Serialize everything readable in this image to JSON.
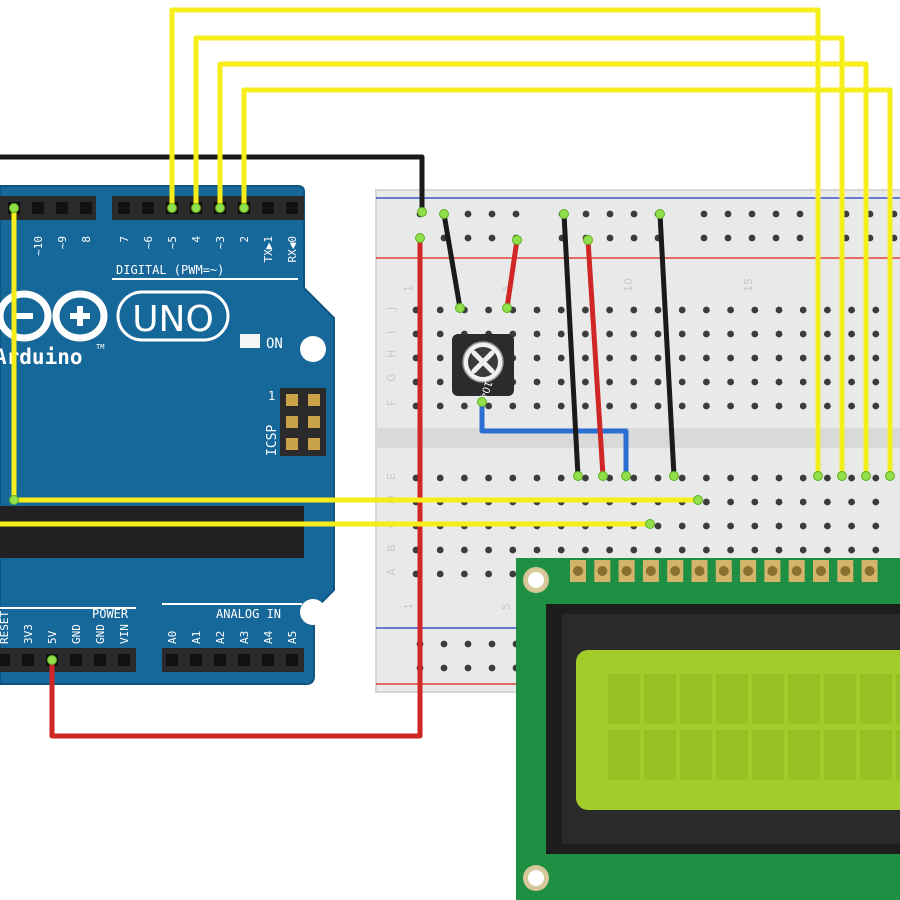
{
  "arduino": {
    "model": "UNO",
    "brand": "Arduino",
    "trademark": "TM",
    "digital_header_label": "DIGITAL (PWM=~)",
    "digital_pins": [
      "~10",
      "~9",
      "8",
      "7",
      "~6",
      "~5",
      "4",
      "~3",
      "2",
      "TX▶1",
      "RX◀0"
    ],
    "on_label": "ON",
    "icsp_label": "ICSP",
    "icsp_pin1": "1",
    "power_header_label": "POWER",
    "power_pins": [
      "RESET",
      "3V3",
      "5V",
      "GND",
      "GND",
      "VIN"
    ],
    "analog_header_label": "ANALOG IN",
    "analog_pins": [
      "A0",
      "A1",
      "A2",
      "A3",
      "A4",
      "A5"
    ],
    "colors": {
      "board": "#17689a",
      "text": "#ffffff",
      "header": "#2a2a2a"
    }
  },
  "breadboard": {
    "column_numbers": [
      "1",
      "5",
      "10",
      "15"
    ],
    "row_letters_top": [
      "J",
      "I",
      "H",
      "G",
      "F"
    ],
    "row_letters_bottom": [
      "E",
      "D",
      "C",
      "B",
      "A"
    ],
    "colors": {
      "body": "#e9e9e9",
      "hole": "#3c3c3c",
      "rail_red": "#e0433b",
      "rail_blue": "#3a55c8"
    }
  },
  "potentiometer": {
    "marking": "104"
  },
  "lcd": {
    "display": "16x2 character LCD",
    "colors": {
      "pcb": "#1f8f43",
      "bezel": "#1d1d1d",
      "screen": "#a2cc2a",
      "cell": "#96c024"
    }
  },
  "wires": {
    "colors": {
      "signal": "#f5ee1a",
      "power": "#d02626",
      "ground": "#1a1a1a",
      "contrast": "#2c6fd2"
    }
  }
}
